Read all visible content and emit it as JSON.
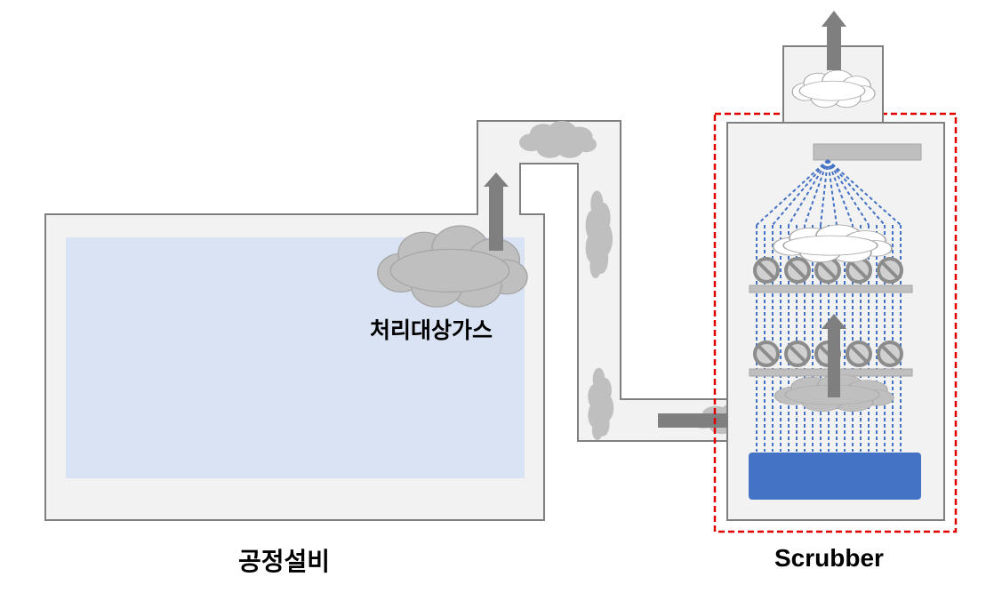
{
  "labels": {
    "gas": "처리대상가스",
    "process_equipment": "공정설비",
    "scrubber": "Scrubber"
  },
  "colors": {
    "box_fill": "#f2f2f2",
    "box_stroke": "#7f7f7f",
    "process_chamber": "#dae3f3",
    "gas_cloud": "#bfbfbf",
    "clean_cloud": "#ffffff",
    "arrow": "#7f7f7f",
    "spray": "#4472c4",
    "water": "#4472c4",
    "highlight_border": "#e00000"
  },
  "icons": {
    "packing": "no-entry-icon",
    "flow": "up-arrow-icon"
  }
}
